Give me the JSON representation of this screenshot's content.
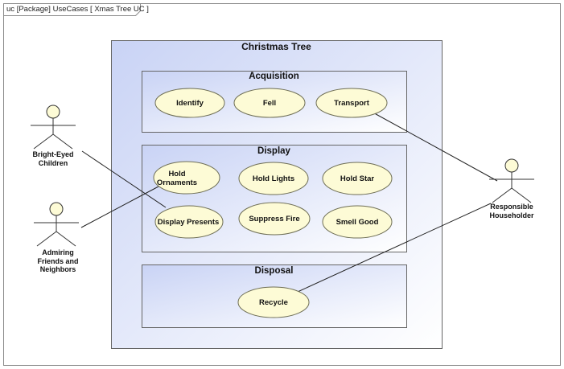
{
  "frame": {
    "kind": "uc",
    "stereotype": "[Package]",
    "package": "UseCases",
    "diagram_name": "[ Xmas Tree UC ]"
  },
  "outer_package": {
    "title": "Christmas Tree"
  },
  "subsystems": [
    {
      "title": "Acquisition",
      "use_cases": [
        "Identify",
        "Fell",
        "Transport"
      ]
    },
    {
      "title": "Display",
      "use_cases": [
        "Hold Ornaments",
        "Hold Lights",
        "Hold Star",
        "Display Presents",
        "Suppress Fire",
        "Smell Good"
      ]
    },
    {
      "title": "Disposal",
      "use_cases": [
        "Recycle"
      ]
    }
  ],
  "actors": [
    {
      "name": "Bright-Eyed Children"
    },
    {
      "name": "Admiring Friends and Neighbors"
    },
    {
      "name": "Responsible Householder"
    }
  ],
  "associations": [
    [
      "Bright-Eyed Children",
      "Display Presents"
    ],
    [
      "Admiring Friends and Neighbors",
      "Hold Ornaments"
    ],
    [
      "Responsible Householder",
      "Transport"
    ],
    [
      "Responsible Householder",
      "Recycle"
    ]
  ],
  "colors": {
    "package_fill_start": "#c9d3f5",
    "package_fill_end": "#ffffff",
    "package_border": "#555555",
    "use_case_fill": "#fdfbd6",
    "use_case_border": "#6e6e55",
    "actor_fill": "#fdfbd6",
    "line": "#222222"
  }
}
